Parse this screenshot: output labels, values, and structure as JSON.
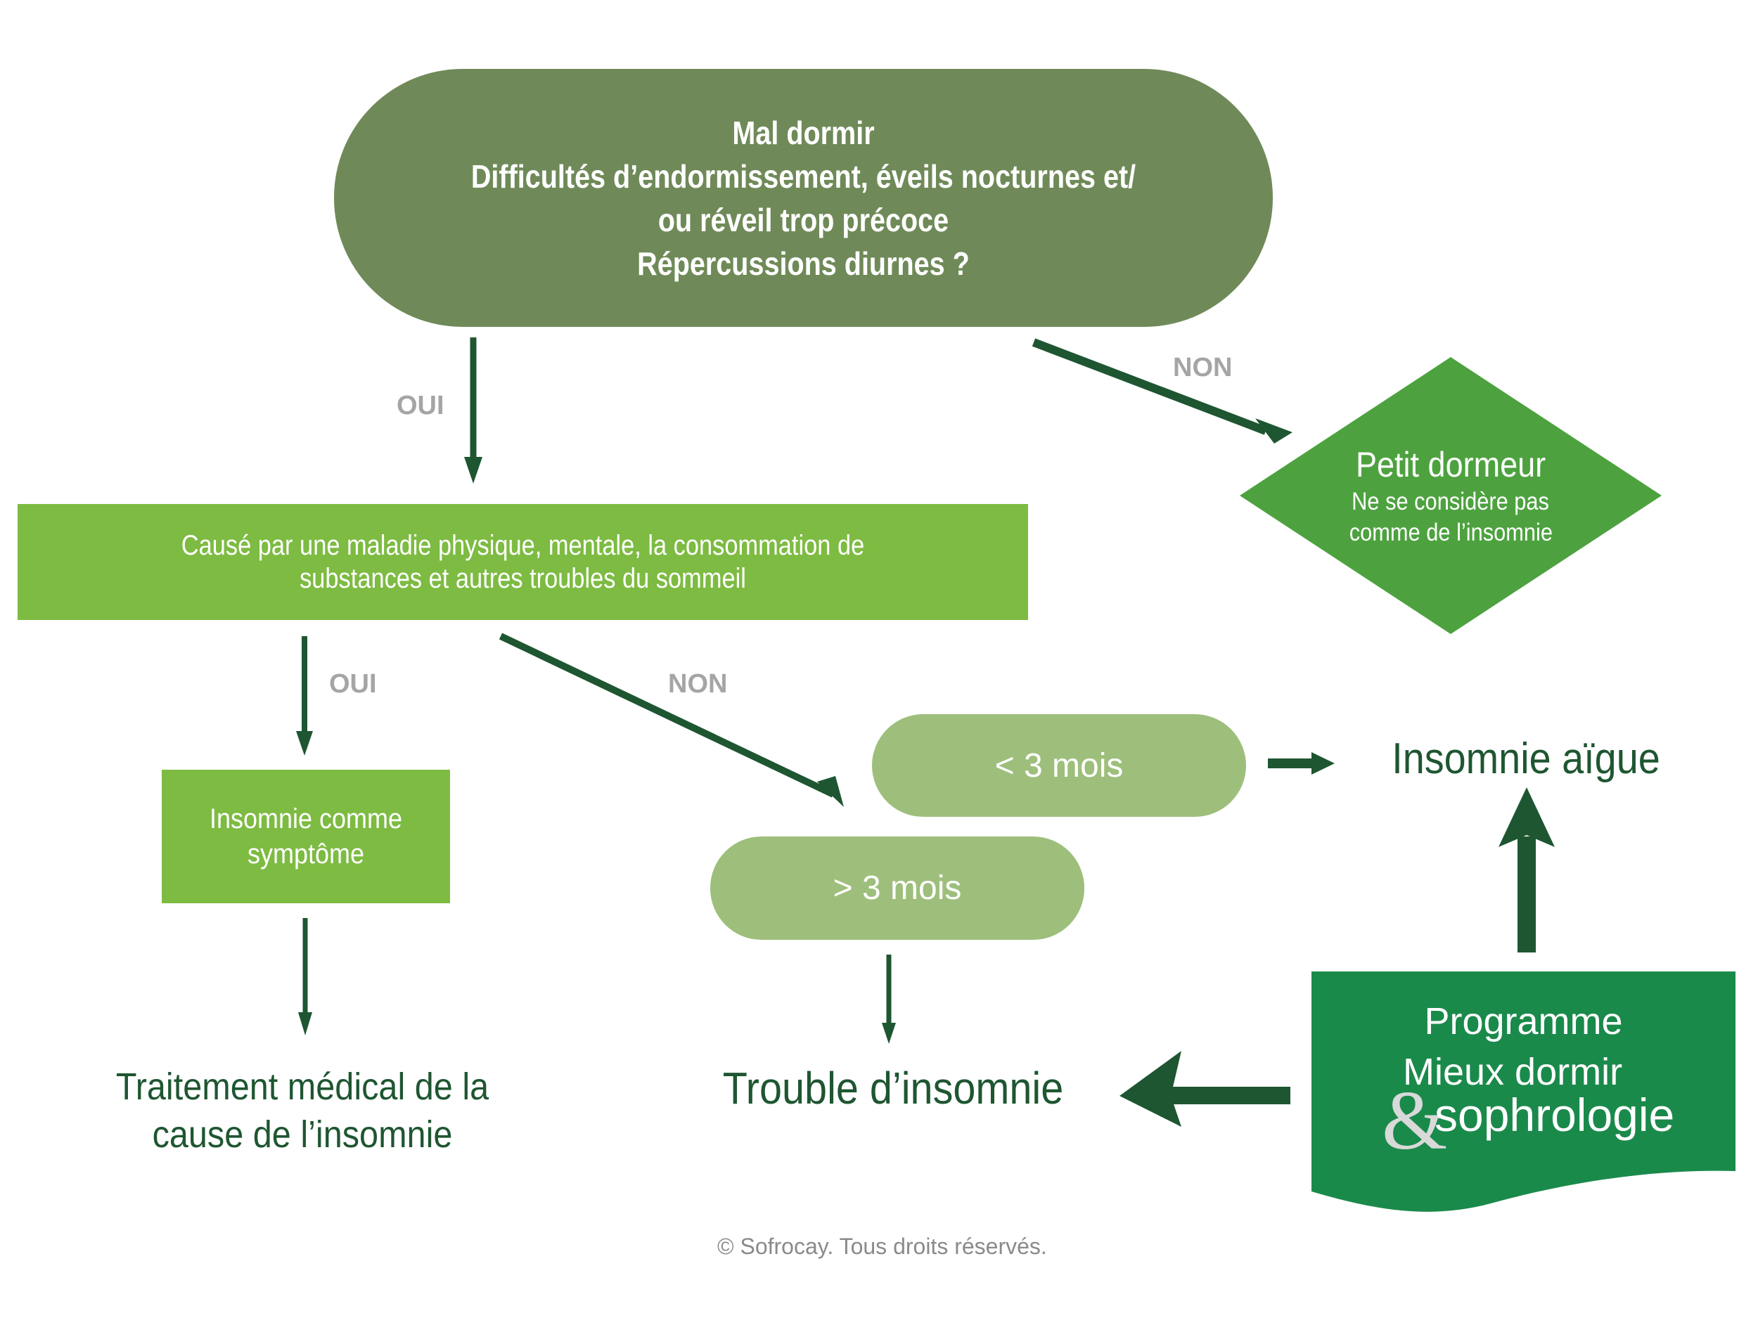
{
  "colors": {
    "top_pill": "#6f8a58",
    "band": "#7dbb42",
    "diamond": "#4da23f",
    "duration_pill": "#9dbf7b",
    "program": "#1a8a4b",
    "arrow": "#1e5631",
    "label": "#a5a5a5",
    "outcome_text": "#1e5631"
  },
  "start": {
    "lines": [
      "Mal dormir",
      "Difficultés d’endormissement, éveils nocturnes et/",
      "ou réveil trop précoce",
      "Répercussions diurnes ?"
    ]
  },
  "branch_labels": {
    "start_yes": "OUI",
    "start_no": "NON",
    "cause_yes": "OUI",
    "cause_no": "NON"
  },
  "short_sleeper": {
    "title": "Petit dormeur",
    "lines": [
      "Ne se considère pas",
      "comme de l’insomnie"
    ]
  },
  "cause": {
    "lines": [
      "Causé par une maladie physique, mentale, la consommation de",
      "substances et autres troubles du sommeil"
    ]
  },
  "symptom": {
    "lines": [
      "Insomnie comme",
      "symptôme"
    ]
  },
  "durations": {
    "short": "< 3 mois",
    "long": "> 3 mois"
  },
  "outcomes": {
    "acute": "Insomnie aïgue",
    "disorder": "Trouble d’insomnie",
    "treatment": [
      "Traitement médical de la",
      "cause de l’insomnie"
    ]
  },
  "program": {
    "line1": "Programme",
    "line2": "Mieux dormir",
    "ampersand": "&",
    "line3": "sophrologie"
  },
  "footer": {
    "copyright": "© Sofrocay. Tous droits réservés."
  }
}
